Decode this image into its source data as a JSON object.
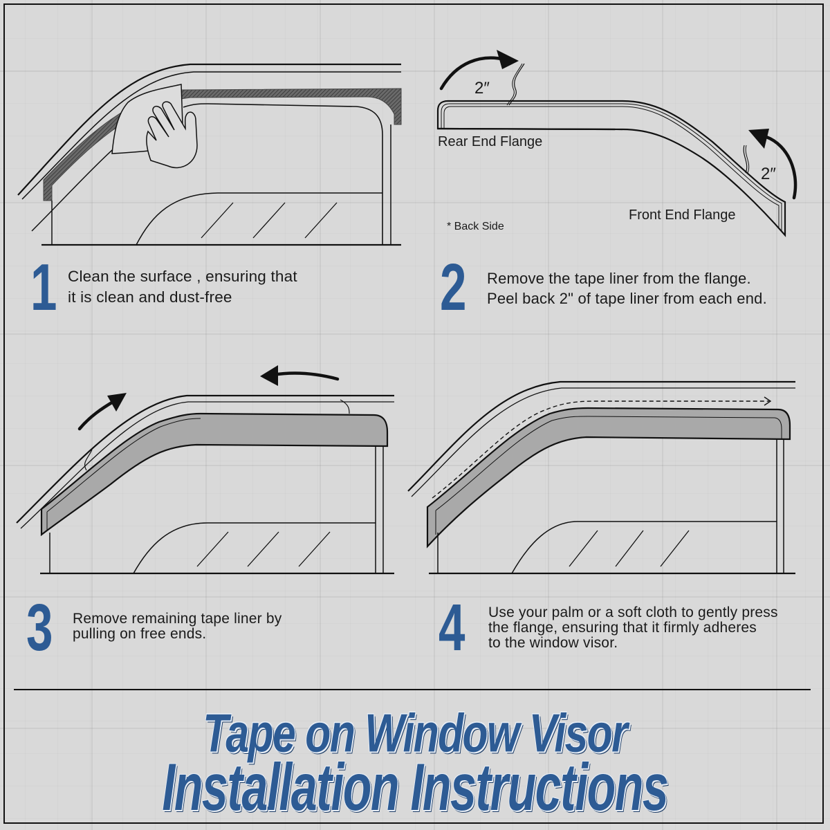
{
  "colors": {
    "background": "#d9d9d9",
    "accent_blue": "#2d5b94",
    "line": "#111111",
    "visor_fill": "#a9a9a9",
    "hatch": "#555555"
  },
  "steps": [
    {
      "number": "1",
      "text": "Clean the surface , ensuring that\nit is clean and dust-free",
      "illustration": "hand-wiping-window-frame"
    },
    {
      "number": "2",
      "text": "Remove the tape liner from the flange.\nPeel back 2\" of tape liner from each end.",
      "illustration": "visor-back-side-peel-liner",
      "labels": {
        "rear_measure": "2″",
        "front_measure": "2″",
        "rear_flange": "Rear End Flange",
        "front_flange": "Front End Flange",
        "back_side_note": "* Back Side"
      }
    },
    {
      "number": "3",
      "text": "Remove remaining tape liner by\npulling on free ends.",
      "illustration": "visor-mounted-pull-liner"
    },
    {
      "number": "4",
      "text": "Use your palm or a soft cloth to gently press\nthe flange, ensuring that it firmly adheres\nto the window visor.",
      "illustration": "visor-mounted-press-along"
    }
  ],
  "title": {
    "line1": "Tape on Window Visor",
    "line2": "Installation Instructions"
  }
}
